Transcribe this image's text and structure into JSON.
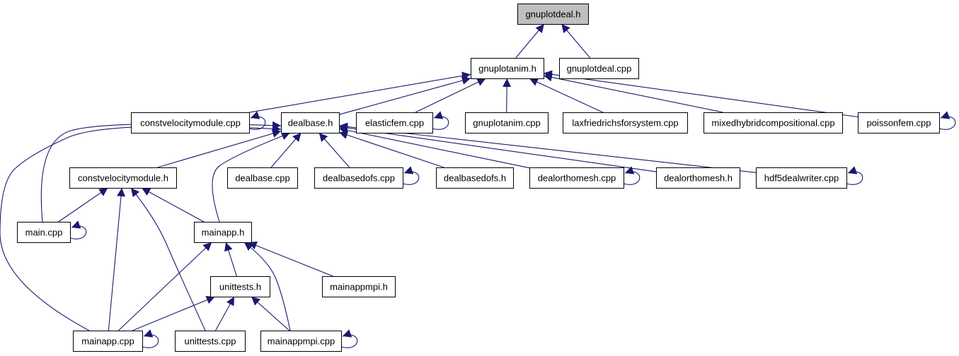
{
  "colors": {
    "edge": "#191970",
    "node_fill": "#ffffff",
    "root_fill": "#bfbfbf",
    "node_border": "#000000"
  },
  "nodes": {
    "gnuplotdeal_h": "gnuplotdeal.h",
    "gnuplotanim_h": "gnuplotanim.h",
    "gnuplotdeal_cpp": "gnuplotdeal.cpp",
    "constvelocitymodule_cpp": "constvelocitymodule.cpp",
    "dealbase_h": "dealbase.h",
    "elasticfem_cpp": "elasticfem.cpp",
    "gnuplotanim_cpp": "gnuplotanim.cpp",
    "laxfriedrichsforsystem_cpp": "laxfriedrichsforsystem.cpp",
    "mixedhybridcompositional_cpp": "mixedhybridcompositional.cpp",
    "poissonfem_cpp": "poissonfem.cpp",
    "constvelocitymodule_h": "constvelocitymodule.h",
    "dealbase_cpp": "dealbase.cpp",
    "dealbasedofs_cpp": "dealbasedofs.cpp",
    "dealbasedofs_h": "dealbasedofs.h",
    "dealorthomesh_cpp": "dealorthomesh.cpp",
    "dealorthomesh_h": "dealorthomesh.h",
    "hdf5dealwriter_cpp": "hdf5dealwriter.cpp",
    "main_cpp": "main.cpp",
    "mainapp_h": "mainapp.h",
    "unittests_h": "unittests.h",
    "mainappmpi_h": "mainappmpi.h",
    "mainapp_cpp": "mainapp.cpp",
    "unittests_cpp": "unittests.cpp",
    "mainappmpi_cpp": "mainappmpi.cpp"
  },
  "root": "gnuplotdeal_h",
  "edges": [
    [
      "gnuplotanim_h",
      "gnuplotdeal_h"
    ],
    [
      "gnuplotdeal_cpp",
      "gnuplotdeal_h"
    ],
    [
      "constvelocitymodule_cpp",
      "gnuplotanim_h"
    ],
    [
      "dealbase_h",
      "gnuplotanim_h"
    ],
    [
      "elasticfem_cpp",
      "gnuplotanim_h"
    ],
    [
      "gnuplotanim_cpp",
      "gnuplotanim_h"
    ],
    [
      "laxfriedrichsforsystem_cpp",
      "gnuplotanim_h"
    ],
    [
      "mixedhybridcompositional_cpp",
      "gnuplotanim_h"
    ],
    [
      "poissonfem_cpp",
      "gnuplotanim_h"
    ],
    [
      "constvelocitymodule_h",
      "dealbase_h"
    ],
    [
      "dealbase_cpp",
      "dealbase_h"
    ],
    [
      "dealbasedofs_cpp",
      "dealbase_h"
    ],
    [
      "dealbasedofs_h",
      "dealbase_h"
    ],
    [
      "dealorthomesh_cpp",
      "dealbase_h"
    ],
    [
      "dealorthomesh_h",
      "dealbase_h"
    ],
    [
      "hdf5dealwriter_cpp",
      "dealbase_h"
    ],
    [
      "main_cpp",
      "dealbase_h"
    ],
    [
      "mainapp_h",
      "dealbase_h"
    ],
    [
      "mainapp_cpp",
      "dealbase_h"
    ],
    [
      "main_cpp",
      "constvelocitymodule_h"
    ],
    [
      "mainapp_h",
      "constvelocitymodule_h"
    ],
    [
      "mainapp_cpp",
      "constvelocitymodule_h"
    ],
    [
      "unittests_cpp",
      "constvelocitymodule_h"
    ],
    [
      "unittests_h",
      "mainapp_h"
    ],
    [
      "mainappmpi_h",
      "mainapp_h"
    ],
    [
      "mainapp_cpp",
      "mainapp_h"
    ],
    [
      "mainappmpi_cpp",
      "mainapp_h"
    ],
    [
      "mainapp_cpp",
      "unittests_h"
    ],
    [
      "unittests_cpp",
      "unittests_h"
    ],
    [
      "mainappmpi_cpp",
      "unittests_h"
    ]
  ],
  "self_loops": [
    "constvelocitymodule_cpp",
    "elasticfem_cpp",
    "poissonfem_cpp",
    "dealbasedofs_cpp",
    "dealorthomesh_cpp",
    "hdf5dealwriter_cpp",
    "main_cpp",
    "mainapp_cpp",
    "mainappmpi_cpp"
  ]
}
